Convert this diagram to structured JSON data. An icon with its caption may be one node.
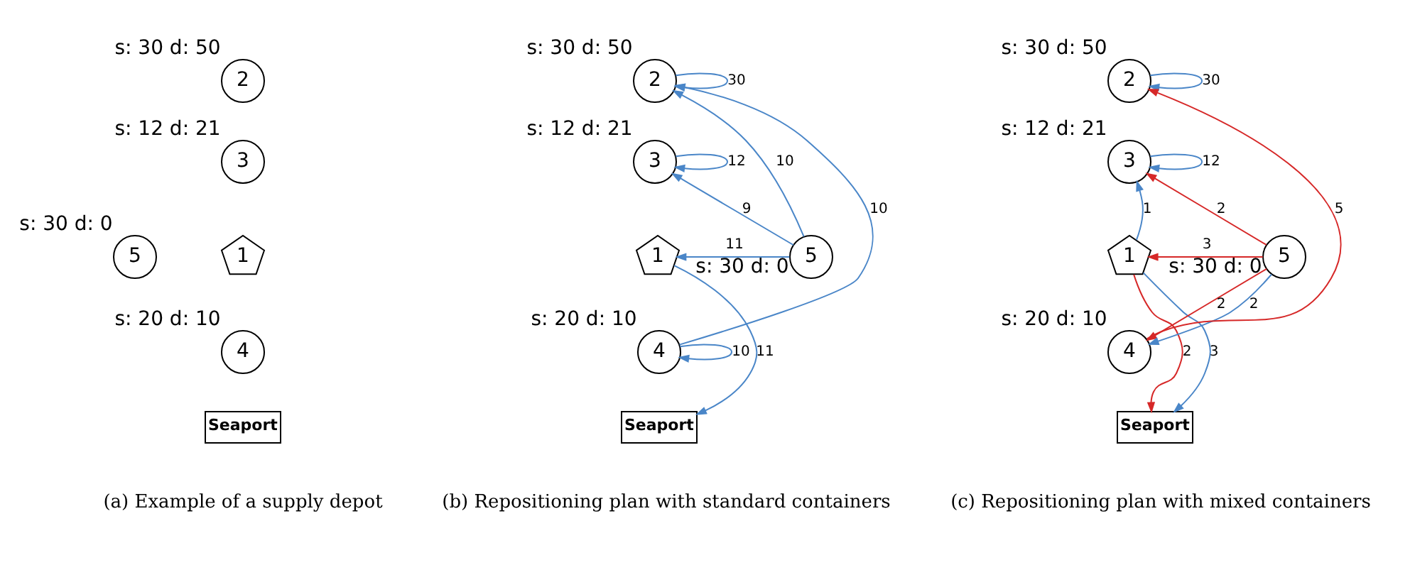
{
  "diagram": {
    "nodes": [
      {
        "text": [
          "2"
        ],
        "beside": [
          "s: 30 d: 50"
        ]
      },
      {
        "text": [
          "3"
        ],
        "beside": [
          "s: 12 d: 21"
        ]
      },
      {
        "text": [
          "1"
        ]
      },
      {
        "text": [
          "5"
        ],
        "beside": [
          "s: 30 d: 0"
        ]
      },
      {
        "text": [
          "4"
        ],
        "beside": [
          "s: 20 d: 10"
        ]
      },
      {
        "text": [
          "Seaport"
        ]
      },
      {
        "text": [
          "2"
        ],
        "beside": [
          "s: 30 d: 50"
        ]
      },
      {
        "text": [
          "3"
        ],
        "beside": [
          "s: 12 d: 21"
        ]
      },
      {
        "text": [
          "1"
        ]
      },
      {
        "text": [
          "5"
        ],
        "beside": [
          "s: 30 d: 0"
        ]
      },
      {
        "text": [
          "4"
        ],
        "beside": [
          "s: 20 d: 10"
        ]
      },
      {
        "text": [
          "Seaport"
        ]
      },
      {
        "text": [
          "2"
        ],
        "beside": [
          "s: 30 d: 50"
        ]
      },
      {
        "text": [
          "3"
        ],
        "beside": [
          "s: 12 d: 21"
        ]
      },
      {
        "text": [
          "1"
        ]
      },
      {
        "text": [
          "5"
        ],
        "beside": [
          "s: 30 d: 0"
        ]
      },
      {
        "text": [
          "4"
        ],
        "beside": [
          "s: 20 d: 10"
        ]
      },
      {
        "text": [
          "Seaport"
        ]
      }
    ],
    "edges": [
      {
        "from": 6,
        "to": 6,
        "arrow": "to",
        "label": "30"
      },
      {
        "from": 7,
        "to": 7,
        "arrow": "to",
        "label": "12"
      },
      {
        "from": 9,
        "to": 7,
        "arrow": "to",
        "label": "9"
      },
      {
        "from": 9,
        "to": 8,
        "arrow": "to",
        "label": "11"
      },
      {
        "from": 9,
        "to": 6,
        "arrow": "to",
        "label": "10"
      },
      {
        "from": 10,
        "to": 6,
        "arrow": "to",
        "label": "10"
      },
      {
        "from": 8,
        "to": 11,
        "arrow": "to",
        "label": "11"
      },
      {
        "from": 10,
        "to": 10,
        "arrow": "to",
        "label": "10"
      },
      {
        "from": 12,
        "to": 12,
        "arrow": "to",
        "label": "30"
      },
      {
        "from": 13,
        "to": 13,
        "arrow": "to",
        "label": "12"
      },
      {
        "from": 14,
        "to": 13,
        "arrow": "to",
        "label": "1"
      },
      {
        "from": 15,
        "to": 13,
        "arrow": "to",
        "label": "2",
        "color": "#d62828"
      },
      {
        "from": 15,
        "to": 14,
        "arrow": "to",
        "label": "3",
        "color": "#d62828"
      },
      {
        "from": 16,
        "to": 12,
        "arrow": "to",
        "label": "5",
        "color": "#d62828"
      },
      {
        "from": 15,
        "to": 16,
        "arrow": "to",
        "label": "2",
        "color": "#d62828"
      },
      {
        "from": 15,
        "to": 16,
        "arrow": "to",
        "label": "2"
      },
      {
        "from": 14,
        "to": 17,
        "arrow": "to",
        "label": "2",
        "color": "#d62828"
      },
      {
        "from": 14,
        "to": 17,
        "arrow": "to",
        "label": "3"
      }
    ],
    "labels": [
      "(a) Example of a supply depot",
      "(b) Repositioning plan with standard containers",
      "(c) Repositioning plan with mixed containers"
    ]
  }
}
